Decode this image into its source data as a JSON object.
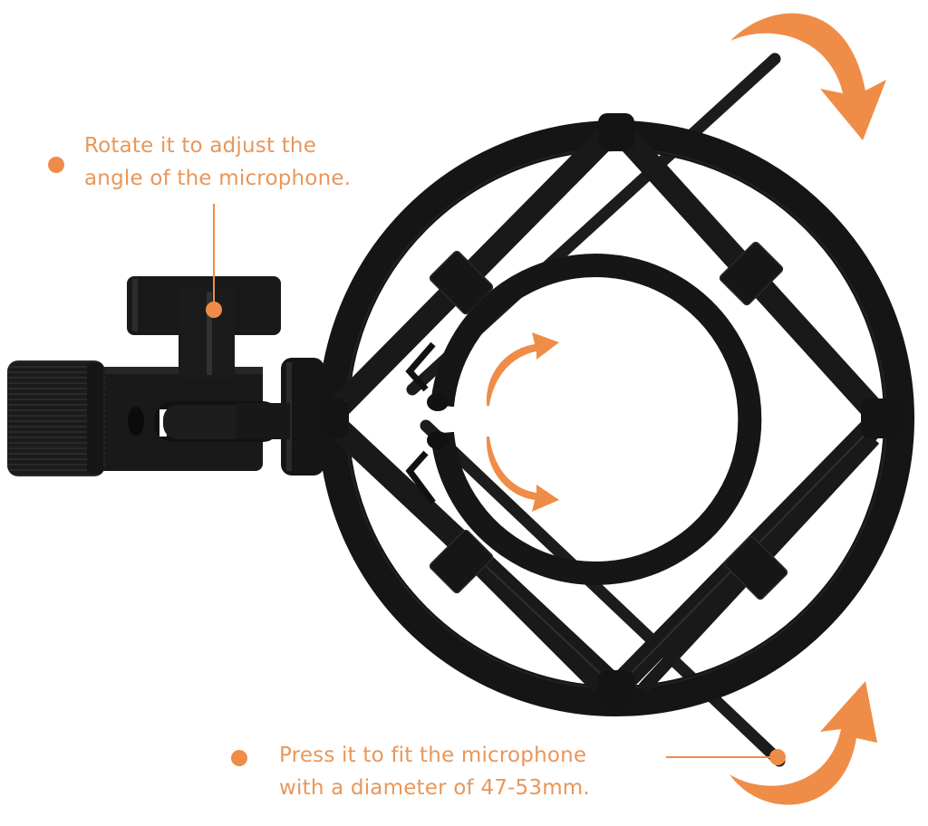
{
  "image": {
    "subject": "microphone shock mount",
    "background": "#ffffff"
  },
  "colors": {
    "accent": "#EF8D48",
    "text": "#E8975A",
    "product": "#1a1a1a",
    "product_highlight": "#3a3a3a"
  },
  "annotations": [
    {
      "lines": [
        "Rotate it to adjust the",
        "angle of the microphone."
      ],
      "target": "tilt-knob"
    },
    {
      "lines": [
        "Press it to fit the microphone",
        "with a diameter of 47-53mm."
      ],
      "target": "press-lever"
    }
  ],
  "icons": {
    "top_right": "curved-arrow-clockwise-icon",
    "bottom_right": "curved-arrow-up-icon",
    "inner_top": "expand-arrow-icon",
    "inner_bottom": "expand-arrow-icon"
  }
}
